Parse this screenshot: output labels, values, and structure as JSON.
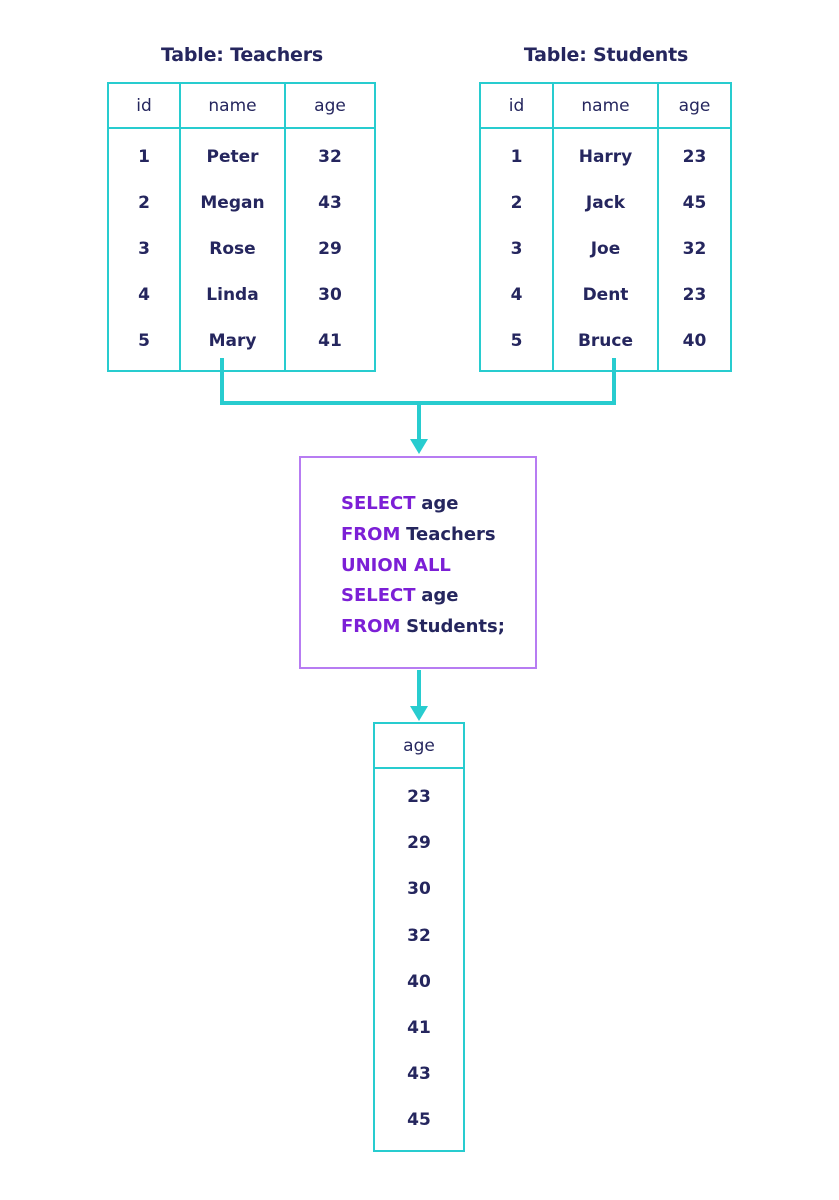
{
  "teachers": {
    "title": "Table: Teachers",
    "columns": [
      "id",
      "name",
      "age"
    ],
    "rows": [
      [
        "1",
        "Peter",
        "32"
      ],
      [
        "2",
        "Megan",
        "43"
      ],
      [
        "3",
        "Rose",
        "29"
      ],
      [
        "4",
        "Linda",
        "30"
      ],
      [
        "5",
        "Mary",
        "41"
      ]
    ]
  },
  "students": {
    "title": "Table: Students",
    "columns": [
      "id",
      "name",
      "age"
    ],
    "rows": [
      [
        "1",
        "Harry",
        "23"
      ],
      [
        "2",
        "Jack",
        "45"
      ],
      [
        "3",
        "Joe",
        "32"
      ],
      [
        "4",
        "Dent",
        "23"
      ],
      [
        "5",
        "Bruce",
        "40"
      ]
    ]
  },
  "query": {
    "lines": [
      {
        "keyword": "SELECT",
        "text": "age"
      },
      {
        "keyword": "FROM",
        "text": "Teachers"
      },
      {
        "keyword": "UNION ALL",
        "text": ""
      },
      {
        "keyword": "SELECT",
        "text": "age"
      },
      {
        "keyword": "FROM",
        "text": "Students;"
      }
    ]
  },
  "result": {
    "column": "age",
    "values": [
      "23",
      "29",
      "30",
      "32",
      "40",
      "41",
      "43",
      "45"
    ]
  },
  "colors": {
    "table_border": "#28cccf",
    "query_border": "#b77cf2",
    "keyword": "#7c1fd6",
    "text": "#25265e"
  }
}
